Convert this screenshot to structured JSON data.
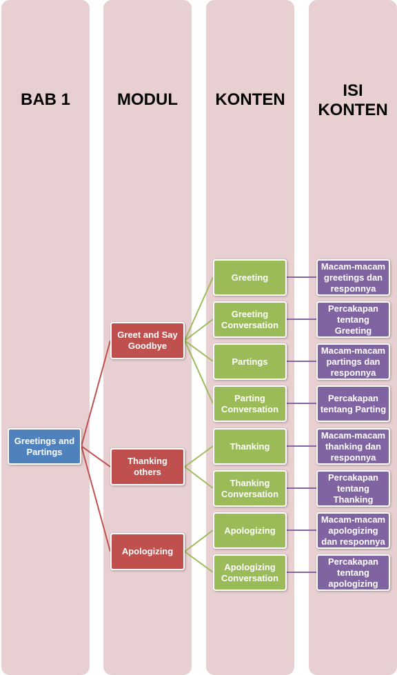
{
  "columns": {
    "bab": "BAB 1",
    "modul": "MODUL",
    "konten": "KONTEN",
    "isi": "ISI\nKONTEN"
  },
  "chapter": "Greetings and Partings",
  "modules": [
    {
      "label": "Greet and Say Goodbye"
    },
    {
      "label": "Thanking others"
    },
    {
      "label": "Apologizing"
    }
  ],
  "contents": [
    {
      "label": "Greeting",
      "detail": "Macam-macam greetings dan responnya"
    },
    {
      "label": "Greeting Conversation",
      "detail": "Percakapan tentang Greeting"
    },
    {
      "label": "Partings",
      "detail": "Macam-macam partings dan responnya"
    },
    {
      "label": "Parting Conversation",
      "detail": "Percakapan tentang Parting"
    },
    {
      "label": "Thanking",
      "detail": "Macam-macam thanking dan responnya"
    },
    {
      "label": "Thanking Conversation",
      "detail": "Percakapan tentang Thanking"
    },
    {
      "label": "Apologizing",
      "detail": "Macam-macam apologizing dan responnya"
    },
    {
      "label": "Apologizing Conversation",
      "detail": "Percakapan tentang apologizing"
    }
  ],
  "colors": {
    "column_bg": "#e8d0d2",
    "chapter": "#4f81bd",
    "module": "#c0504d",
    "content": "#9bbb59",
    "detail": "#8064a2",
    "link_module": "#c0504d",
    "link_content": "#9bbb59",
    "link_detail": "#8064a2"
  }
}
